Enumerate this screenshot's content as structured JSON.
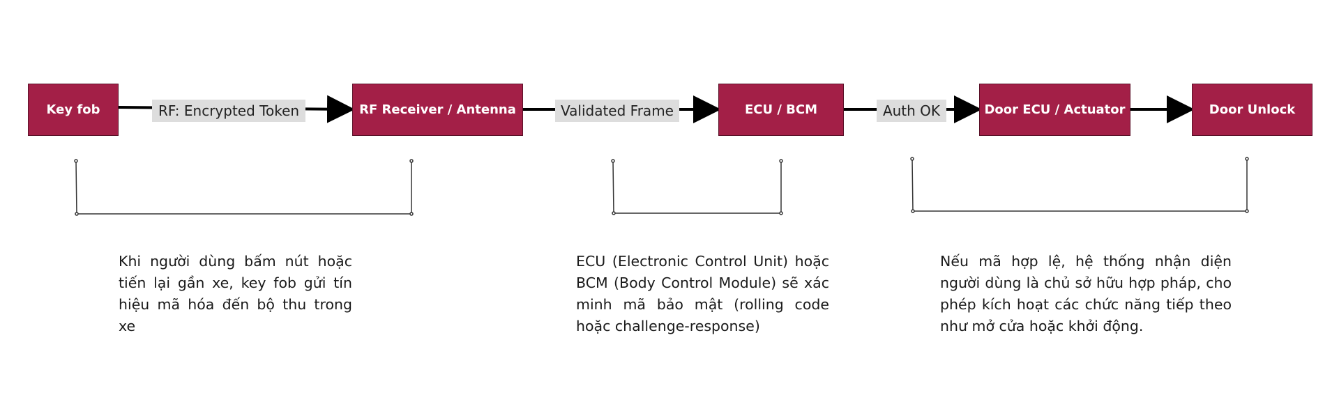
{
  "diagram": {
    "nodes": [
      {
        "id": "key_fob",
        "label": "Key fob"
      },
      {
        "id": "rf_receiver",
        "label": "RF Receiver / Antenna"
      },
      {
        "id": "ecu_bcm",
        "label": "ECU / BCM"
      },
      {
        "id": "door_ecu",
        "label": "Door ECU / Actuator"
      },
      {
        "id": "door_unlock",
        "label": "Door Unlock"
      }
    ],
    "edges": [
      {
        "from": "key_fob",
        "to": "rf_receiver",
        "label": "RF: Encrypted Token"
      },
      {
        "from": "rf_receiver",
        "to": "ecu_bcm",
        "label": "Validated Frame"
      },
      {
        "from": "ecu_bcm",
        "to": "door_ecu",
        "label": "Auth OK"
      },
      {
        "from": "door_ecu",
        "to": "door_unlock",
        "label": ""
      }
    ],
    "notes": [
      {
        "spans": [
          "key_fob",
          "rf_receiver"
        ],
        "text": "Khi người dùng bấm nút hoặc tiến lại gần xe, key fob gửi tín hiệu mã hóa đến bộ thu trong xe"
      },
      {
        "spans": [
          "rf_receiver",
          "ecu_bcm"
        ],
        "text": "ECU (Electronic Control Unit) hoặc BCM (Body Control Module) sẽ xác minh mã bảo mật (rolling code hoặc challenge-response)"
      },
      {
        "spans": [
          "door_ecu",
          "door_unlock"
        ],
        "text": "Nếu mã hợp lệ, hệ thống nhận diện người dùng là chủ sở hữu hợp pháp, cho phép kích hoạt các chức năng tiếp theo như mở cửa hoặc khởi động."
      }
    ]
  },
  "colors": {
    "node_fill": "#a31f47",
    "label_bg": "#dddddd",
    "edge": "#000000"
  }
}
